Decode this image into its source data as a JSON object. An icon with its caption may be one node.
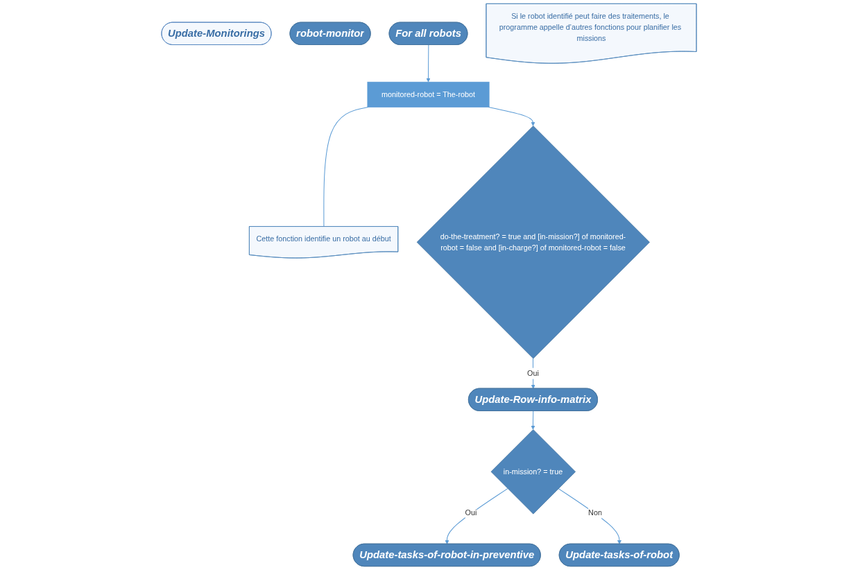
{
  "diagram": {
    "nodes": [
      {
        "text": [
          "Update-Monitorings"
        ]
      },
      {
        "text": [
          "robot-monitor"
        ]
      },
      {
        "text": [
          "For all robots"
        ]
      },
      {
        "text": [
          "monitored-robot = The-robot"
        ]
      },
      {
        "text": [
          "Cette fonction identifie un robot au début"
        ]
      },
      {
        "text": [
          "do-the-treatment? = true and [in-mission?] of monitored-robot = false and [in-charge?] of monitored-robot = false"
        ]
      },
      {
        "text": [
          "Update-Row-info-matrix"
        ]
      },
      {
        "text": [
          "in-mission? = true"
        ]
      },
      {
        "text": [
          "Update-tasks-of-robot-in-preventive"
        ]
      },
      {
        "text": [
          "Update-tasks-of-robot"
        ]
      },
      {
        "text": [
          "Si le robot identifié peut faire des traitements, le programme appelle d’autres fonctions pour planifier les missions"
        ]
      }
    ],
    "edges": [
      {
        "from": 2,
        "to": 3,
        "arrow": "to"
      },
      {
        "from": 3,
        "to": 4,
        "arrow": "none"
      },
      {
        "from": 3,
        "to": 5,
        "arrow": "to"
      },
      {
        "from": 5,
        "to": 6,
        "label": "Oui",
        "arrow": "to"
      },
      {
        "from": 6,
        "to": 7,
        "arrow": "to"
      },
      {
        "from": 7,
        "to": 8,
        "label": "Oui",
        "arrow": "to"
      },
      {
        "from": 7,
        "to": 9,
        "label": "Non",
        "arrow": "to"
      }
    ]
  }
}
